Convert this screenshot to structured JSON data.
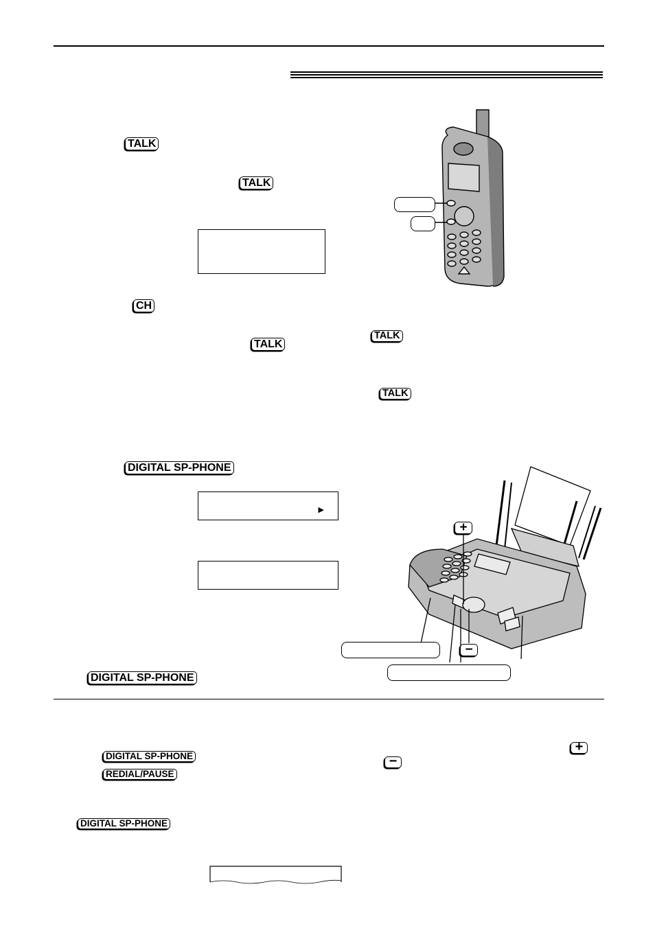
{
  "keys": {
    "talk": "TALK",
    "ch": "CH",
    "digital_sp_phone": "DIGITAL SP-PHONE",
    "redial_pause": "REDIAL/PAUSE",
    "plus": "+",
    "minus": "−"
  },
  "icons": {
    "handset": "cordless-handset-illustration",
    "base_unit": "fax-base-unit-illustration"
  }
}
